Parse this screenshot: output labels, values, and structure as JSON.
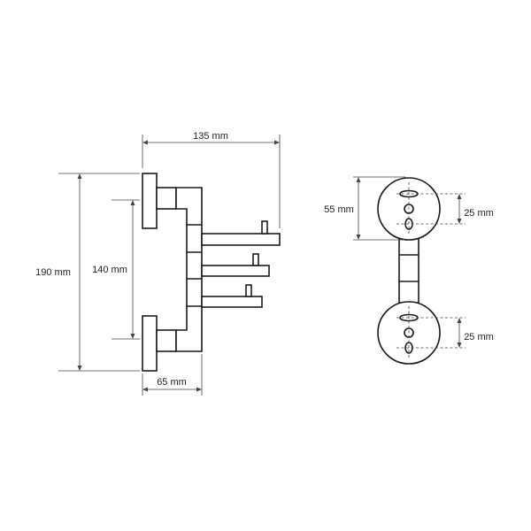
{
  "dimensions": {
    "width_total": "135 mm",
    "height_total": "190 mm",
    "height_inner": "140 mm",
    "depth_base": "65 mm",
    "plate_diameter": "55 mm",
    "hole_spacing_top": "25 mm",
    "hole_spacing_bottom": "25 mm"
  }
}
